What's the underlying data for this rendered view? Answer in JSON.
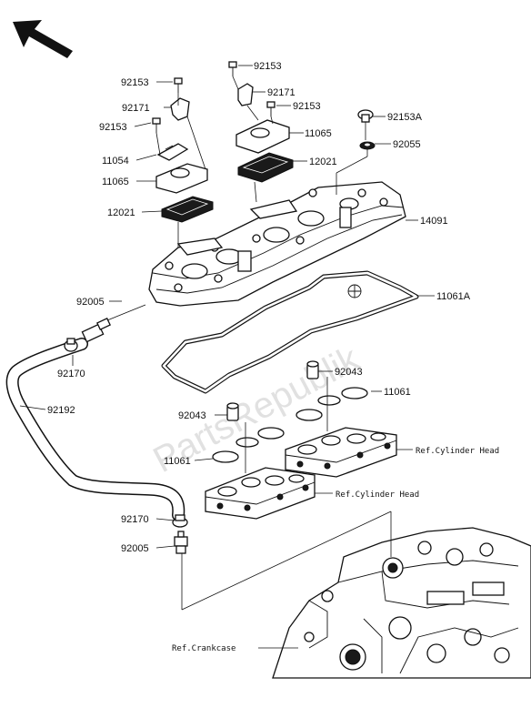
{
  "watermark": "PartsRepublik",
  "labels": {
    "p92153_a": "92153",
    "p92153_b": "92153",
    "p92153_c": "92153",
    "p92153_d": "92153",
    "p92153A": "92153A",
    "p92171_a": "92171",
    "p92171_b": "92171",
    "p11054": "11054",
    "p11065_a": "11065",
    "p11065_b": "11065",
    "p12021_a": "12021",
    "p12021_b": "12021",
    "p92055": "92055",
    "p14091": "14091",
    "p11061A": "11061A",
    "p92005_a": "92005",
    "p92005_b": "92005",
    "p92170_a": "92170",
    "p92170_b": "92170",
    "p92192": "92192",
    "p92043_a": "92043",
    "p92043_b": "92043",
    "p11061_a": "11061",
    "p11061_b": "11061",
    "ref_cyl_head_1": "Ref.Cylinder Head",
    "ref_cyl_head_2": "Ref.Cylinder Head",
    "ref_crankcase": "Ref.Crankcase"
  },
  "icons": {
    "front_direction": "arrow-up-left-icon"
  }
}
